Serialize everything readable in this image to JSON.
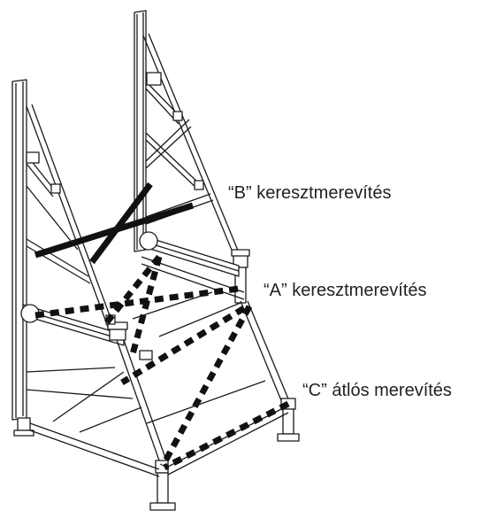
{
  "labels": {
    "b_bracing": "“B” keresztmerevítés",
    "a_bracing": "“A” keresztmerevítés",
    "c_diagonal": "“C” átlós merevítés"
  },
  "colors": {
    "line": "#1a1a1a",
    "bracing": "#111111",
    "background": "#ffffff"
  }
}
